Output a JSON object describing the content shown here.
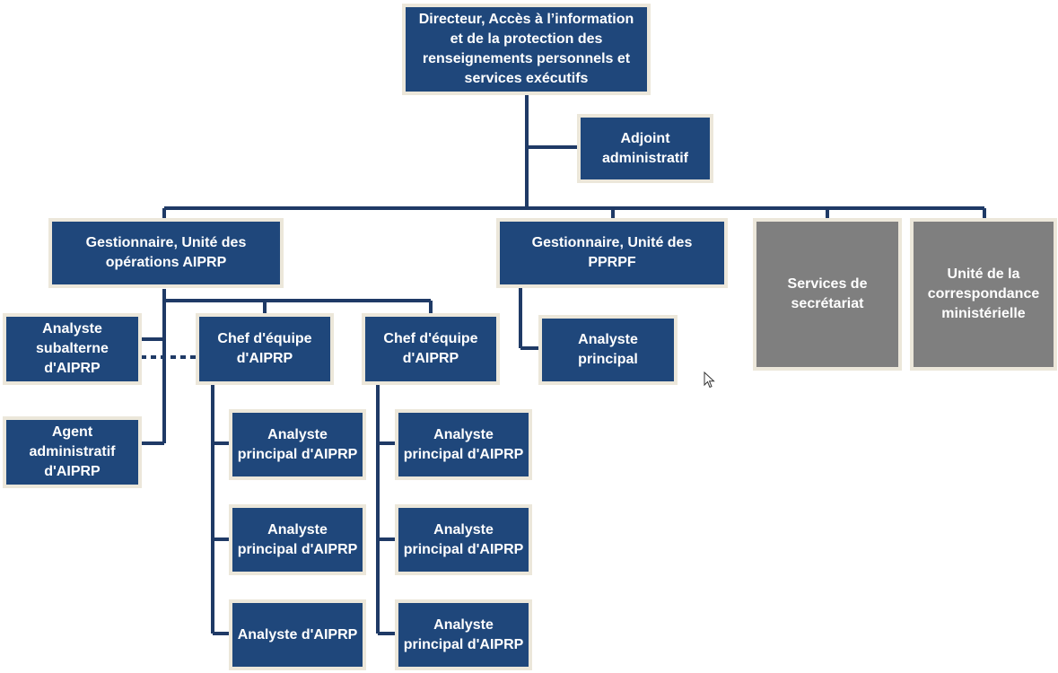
{
  "org_chart": {
    "director": "Directeur, Accès à l’information\net de la protection des\nrenseignements personnels et\nservices exécutifs",
    "admin_assistant": "Adjoint\nadministratif",
    "atip_ops_manager": "Gestionnaire, Unité des\nopérations AIPRP",
    "pprpf_manager": "Gestionnaire, Unité des\nPPRPF",
    "secretariat": "Services de\nsecrétariat",
    "ministerial_correspondence": "Unité de la\ncorrespondance\nministérielle",
    "junior_analyst": "Analyste\nsubalterne\nd'AIPRP",
    "admin_officer": "Agent\nadministratif\nd'AIPRP",
    "team_lead_1": "Chef d'équipe\nd'AIPRP",
    "team_lead_2": "Chef d'équipe\nd'AIPRP",
    "senior_analyst_pprpf": "Analyste\nprincipal",
    "team1": [
      "Analyste\nprincipal d'AIPRP",
      "Analyste\nprincipal d'AIPRP",
      "Analyste d'AIPRP"
    ],
    "team2": [
      "Analyste\nprincipal d'AIPRP",
      "Analyste\nprincipal d'AIPRP",
      "Analyste\nprincipal d'AIPRP"
    ]
  },
  "colors": {
    "box_blue": "#1f477b",
    "box_gray": "#7f7f7f",
    "connector": "#1f3a66",
    "box_border": "#ece7da"
  }
}
